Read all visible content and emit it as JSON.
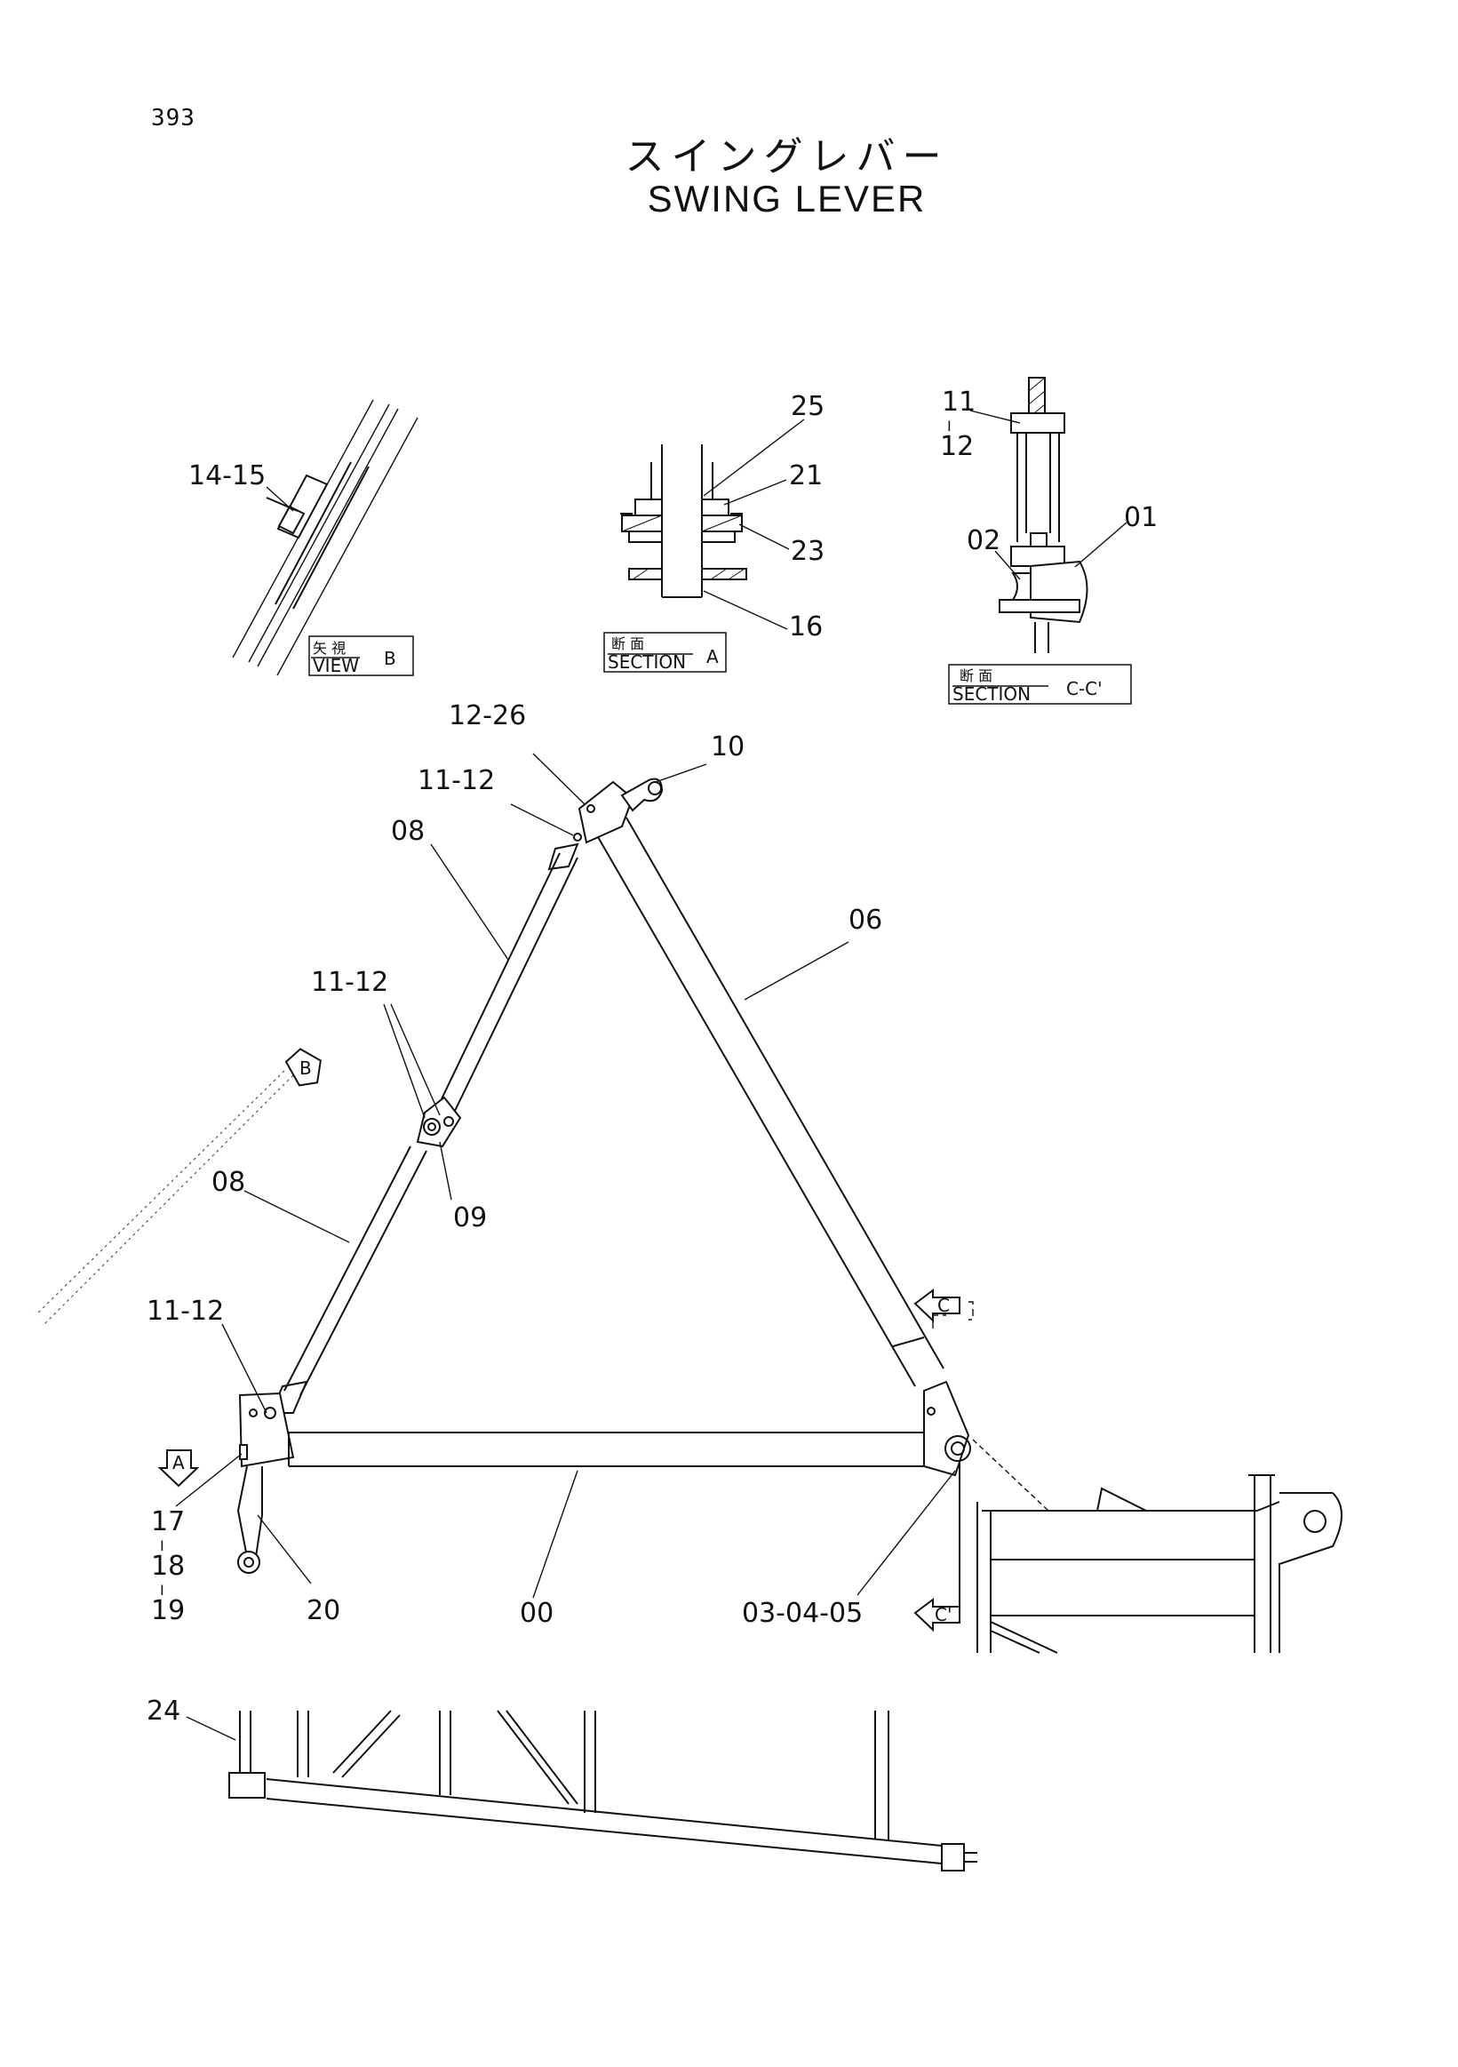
{
  "page_number": "393",
  "title_jp": "スイングレバー",
  "title_en": "SWING LEVER",
  "views": {
    "view_b": {
      "jp": "矢 視",
      "en": "VIEW",
      "letter": "B"
    },
    "section_a": {
      "jp": "断 面",
      "en": "SECTION",
      "letter": "A"
    },
    "section_cc": {
      "jp": "断 面",
      "en": "SECTION",
      "letter": "C-C'"
    }
  },
  "part_labels": {
    "p14_15": "14-15",
    "p25": "25",
    "p21": "21",
    "p23": "23",
    "p16": "16",
    "p11": "11",
    "p11_sep": "I",
    "p12": "12",
    "p01": "01",
    "p02": "02",
    "p12_26": "12-26",
    "p10": "10",
    "p11_12_top": "11-12",
    "p08_upper": "08",
    "p06": "06",
    "p11_12_mid": "11-12",
    "p09": "09",
    "p08_lower": "08",
    "p11_12_left": "11-12",
    "p17": "17",
    "p18": "18",
    "p19": "19",
    "sep1": "I",
    "sep2": "I",
    "p20": "20",
    "p00": "00",
    "p03_04_05": "03-04-05",
    "p24": "24"
  },
  "arrow_labels": {
    "a": "A",
    "b": "B",
    "c": "C",
    "c_prime": "C'"
  }
}
